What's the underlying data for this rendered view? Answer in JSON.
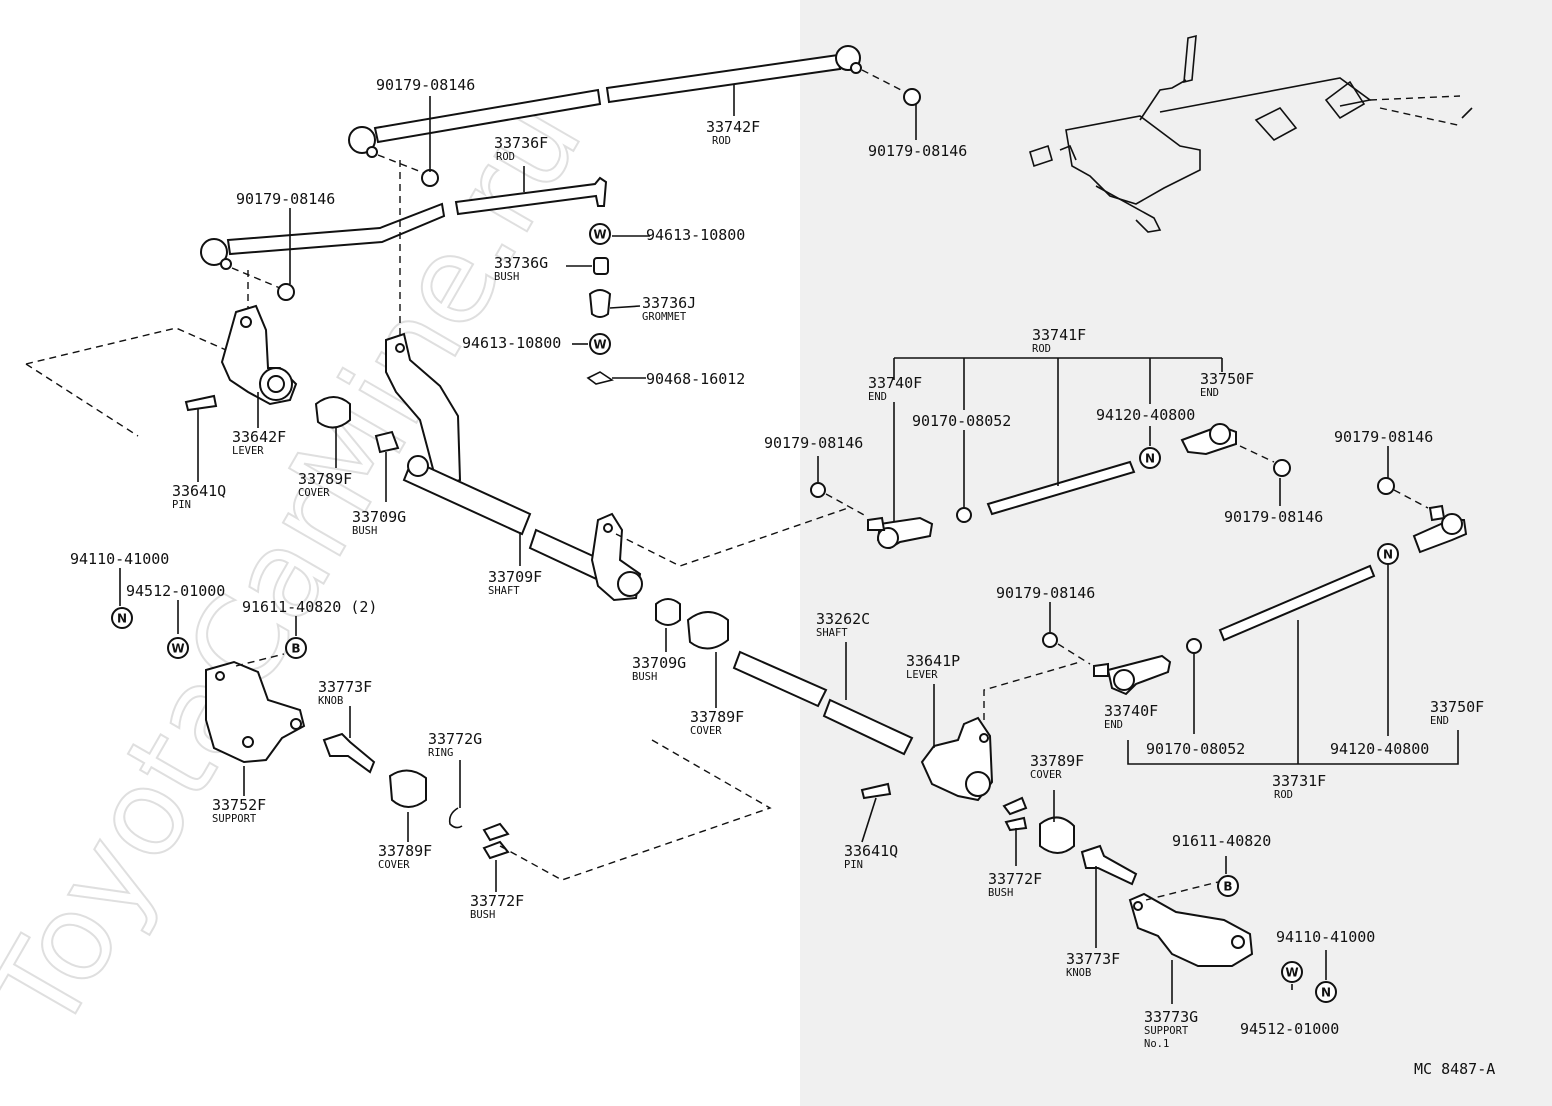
{
  "colors": {
    "background": "#ffffff",
    "shade": "#f0f0f0",
    "ink": "#111111",
    "watermark": "#d8d8d8"
  },
  "watermark": "ToyotaCarMine.ru",
  "diagram_code": "MC 8487-A",
  "labels": {
    "p90179a": "90179-08146",
    "p33742F": "33742F",
    "p33742F_n": "ROD",
    "p90179b": "90179-08146",
    "p33736F": "33736F",
    "p33736F_n": "ROD",
    "p90179c": "90179-08146",
    "p94613a": "94613-10800",
    "p33736G": "33736G",
    "p33736G_n": "BUSH",
    "p33736J": "33736J",
    "p33736J_n": "GROMMET",
    "p94613b": "94613-10800",
    "p90468": "90468-16012",
    "p33642F": "33642F",
    "p33642F_n": "LEVER",
    "p33641Qa": "33641Q",
    "p33641Qa_n": "PIN",
    "p33789Fa": "33789F",
    "p33789Fa_n": "COVER",
    "p33709Ga": "33709G",
    "p33709Ga_n": "BUSH",
    "p33709F": "33709F",
    "p33709F_n": "SHAFT",
    "p33741F": "33741F",
    "p33741F_n": "ROD",
    "p33740Fa": "33740F",
    "p33740Fa_n": "END",
    "p90170a": "90170-08052",
    "p94120a": "94120-40800",
    "p33750Fa": "33750F",
    "p33750Fa_n": "END",
    "p90179d": "90179-08146",
    "p90179e": "90179-08146",
    "p90179f": "90179-08146",
    "p94110a": "94110-41000",
    "p94512a": "94512-01000",
    "p91611a": "91611-40820 (2)",
    "p33773Fa": "33773F",
    "p33773Fa_n": "KNOB",
    "p33752F": "33752F",
    "p33752F_n": "SUPPORT",
    "p33772G": "33772G",
    "p33772G_n": "RING",
    "p33789Fb": "33789F",
    "p33789Fb_n": "COVER",
    "p33772Fa": "33772F",
    "p33772Fa_n": "BUSH",
    "p33709Gb": "33709G",
    "p33709Gb_n": "BUSH",
    "p33789Fc": "33789F",
    "p33789Fc_n": "COVER",
    "p33262C": "33262C",
    "p33262C_n": "SHAFT",
    "p33641P": "33641P",
    "p33641P_n": "LEVER",
    "p90179g": "90179-08146",
    "p33740Fb": "33740F",
    "p33740Fb_n": "END",
    "p90170b": "90170-08052",
    "p33750Fb": "33750F",
    "p33750Fb_n": "END",
    "p94120b": "94120-40800",
    "p33731F": "33731F",
    "p33731F_n": "ROD",
    "p33789Fd": "33789F",
    "p33789Fd_n": "COVER",
    "p33641Qb": "33641Q",
    "p33641Qb_n": "PIN",
    "p33772Fb": "33772F",
    "p33772Fb_n": "BUSH",
    "p91611b": "91611-40820",
    "p33773Fb": "33773F",
    "p33773Fb_n": "KNOB",
    "p33773G": "33773G",
    "p33773G_n": "SUPPORT",
    "p33773G_n2": "No.1",
    "p94110b": "94110-41000",
    "p94512b": "94512-01000"
  },
  "badges": {
    "w": "W",
    "n": "N",
    "b": "B"
  }
}
